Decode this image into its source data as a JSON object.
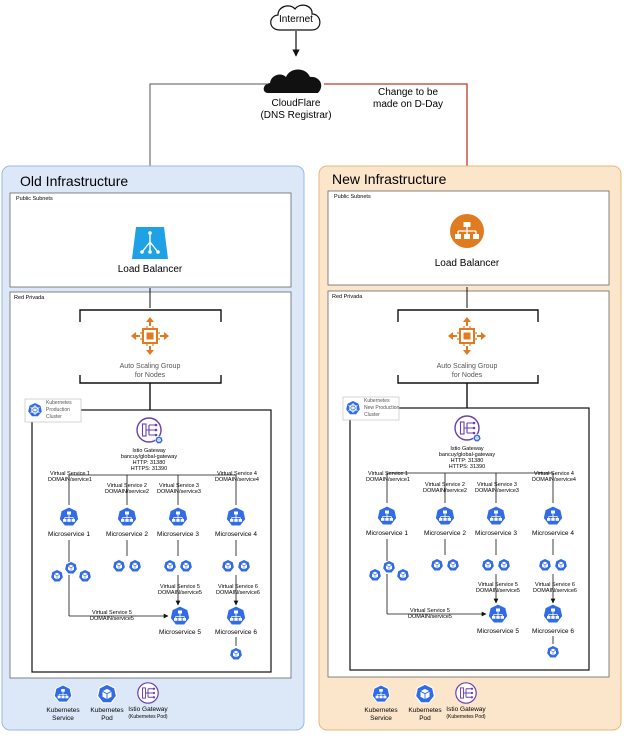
{
  "internet": "Internet",
  "cloudflare": {
    "line1": "CloudFlare",
    "line2": "(DNS Registrar)"
  },
  "change_note": {
    "line1": "Change to be",
    "line2": "made on D-Day"
  },
  "colors": {
    "old_bg": "#dce8f8",
    "old_border": "#9bb9e4",
    "new_bg": "#fbe6cc",
    "new_border": "#e8b77a",
    "aws_orange": "#e07b1f",
    "k8s_blue": "#326ce5",
    "istio_purple": "#6a3fb3",
    "red_line": "#c0392b"
  },
  "old": {
    "title": "Old Infrastructure",
    "public_subnets": "Public Subnets",
    "load_balancer": "Load Balancer",
    "red_privada": "Red Privada",
    "asg": {
      "line1": "Auto Scaling Group",
      "line2": "for Nodes"
    },
    "cluster": {
      "line1": "Kubernetes",
      "line2": "Production",
      "line3": "Cluster"
    },
    "istio": {
      "line1": "Istio Gateway",
      "line2": "bancuy/global-gateway",
      "line3": "HTTP: 31380",
      "line4": "HTTPS: 31390"
    },
    "vs": [
      {
        "line1": "Virtual Service 1",
        "line2": "DOMAIN/service1"
      },
      {
        "line1": "Virtual Service 2",
        "line2": "DOMAIN/service2"
      },
      {
        "line1": "Virtual Service 3",
        "line2": "DOMAIN/service3"
      },
      {
        "line1": "Virtual Service 4",
        "line2": "DOMAIN/service4"
      }
    ],
    "ms": [
      "Microservice 1",
      "Microservice 2",
      "Microservice 3",
      "Microservice 4"
    ],
    "vs5_right": {
      "line1": "Virtual Service 5",
      "line2": "DOMAIN/service5"
    },
    "vs6": {
      "line1": "Virtual Service 6",
      "line2": "DOMAIN/service6"
    },
    "vs5_left": {
      "line1": "Virtual Service 5",
      "line2": "DOMAIN/service5"
    },
    "ms5": "Microservice 5",
    "ms6": "Microservice 6",
    "legend": {
      "service": {
        "line1": "Kubernetes",
        "line2": "Service"
      },
      "pod": {
        "line1": "Kubernetes",
        "line2": "Pod"
      },
      "gateway": {
        "line1": "Istio Gateway",
        "line2": "(Kubernetes Pod)"
      }
    }
  },
  "new": {
    "title": "New Infrastructure",
    "public_subnets": "Public Subnets",
    "load_balancer": "Load Balancer",
    "red_privada": "Red Privada",
    "asg": {
      "line1": "Auto Scaling Group",
      "line2": "for Nodes"
    },
    "cluster": {
      "line1": "Kubernetes",
      "line2": "New Production",
      "line3": "Cluster"
    },
    "istio": {
      "line1": "Istio Gateway",
      "line2": "bancuy/global-gateway",
      "line3": "HTTP: 31380",
      "line4": "HTTPS: 31390"
    },
    "vs": [
      {
        "line1": "Virtual Service 1",
        "line2": "DOMAIN/service1"
      },
      {
        "line1": "Virtual Service 2",
        "line2": "DOMAIN/service2"
      },
      {
        "line1": "Virtual Service 3",
        "line2": "DOMAIN/service3"
      },
      {
        "line1": "Virtual Service 4",
        "line2": "DOMAIN/service4"
      }
    ],
    "ms": [
      "Microservice 1",
      "Microservice 2",
      "Microservice 3",
      "Microservice 4"
    ],
    "vs5_right": {
      "line1": "Virtual Service 5",
      "line2": "DOMAIN/service5"
    },
    "vs6": {
      "line1": "Virtual Service 6",
      "line2": "DOMAIN/service6"
    },
    "vs5_left": {
      "line1": "Virtual Service 5",
      "line2": "DOMAIN/service5"
    },
    "ms5": "Microservice 5",
    "ms6": "Microservice 6",
    "legend": {
      "service": {
        "line1": "Kubernetes",
        "line2": "Service"
      },
      "pod": {
        "line1": "Kubernetes",
        "line2": "Pod"
      },
      "gateway": {
        "line1": "Istio Gateway",
        "line2": "(Kubernetes Pod)"
      }
    }
  }
}
